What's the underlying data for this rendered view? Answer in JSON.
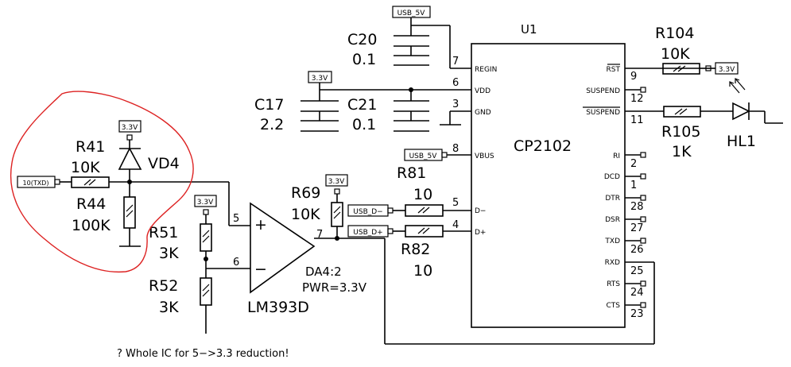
{
  "ic": {
    "ref": "U1",
    "name": "CP2102"
  },
  "ic_pins": {
    "regin": "REGIN",
    "vdd": "VDD",
    "gnd": "GND",
    "vbus": "VBUS",
    "dminus": "D−",
    "dplus": "D+",
    "rst": "RST",
    "suspend": "SUSPEND",
    "suspend_bar": "SUSPEND",
    "ri": "RI",
    "dcd": "DCD",
    "dtr": "DTR",
    "dsr": "DSR",
    "txd": "TXD",
    "rxd": "RXD",
    "rts": "RTS",
    "cts": "CTS"
  },
  "pin_numbers": {
    "p7": "7",
    "p6": "6",
    "p3": "3",
    "p8": "8",
    "p5": "5",
    "p4": "4",
    "p9": "9",
    "p12": "12",
    "p11": "11",
    "p2": "2",
    "p1": "1",
    "p28": "28",
    "p27": "27",
    "p26": "26",
    "p25": "25",
    "p24": "24",
    "p23": "23",
    "comp_plus": "5",
    "comp_minus": "6",
    "comp_out": "7"
  },
  "components": {
    "c20_ref": "C20",
    "c20_val": "0.1",
    "c17_ref": "C17",
    "c17_val": "2.2",
    "c21_ref": "C21",
    "c21_val": "0.1",
    "r104_ref": "R104",
    "r104_val": "10K",
    "r105_ref": "R105",
    "r105_val": "1K",
    "hl1_ref": "HL1",
    "r41_ref": "R41",
    "r41_val": "10K",
    "vd4_ref": "VD4",
    "r44_ref": "R44",
    "r44_val": "100K",
    "r51_ref": "R51",
    "r51_val": "3K",
    "r52_ref": "R52",
    "r52_val": "3K",
    "r69_ref": "R69",
    "r69_val": "10K",
    "r81_ref": "R81",
    "r81_val": "10",
    "r82_ref": "R82",
    "r82_val": "10",
    "comp_ref": "DA4:2",
    "comp_pwr": "PWR=3.3V",
    "comp_name": "LM393D",
    "comp_plus_sign": "+",
    "comp_minus_sign": "−"
  },
  "net_labels": {
    "usb5v_top": "USB_5V",
    "v33_vdd": "3.3V",
    "v33_r104": "3.3V",
    "usb5v_vbus": "USB_5V",
    "v33_vd4": "3.3V",
    "v33_r51": "3.3V",
    "v33_r69": "3.3V",
    "txd_in": "10(TXD)",
    "usb_dm": "USB_D−",
    "usb_dp": "USB_D+"
  },
  "note": "? Whole IC for 5−>3.3 reduction!",
  "colors": {
    "wire": "#000000",
    "annotation": "#dd2222",
    "background": "#ffffff"
  }
}
